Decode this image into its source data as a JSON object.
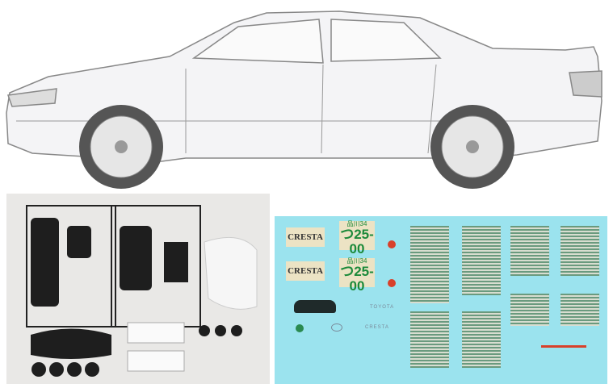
{
  "decal_sheet": {
    "name_label": "CRESTA",
    "plate_top": "品川34",
    "plate_number": "つ25-00",
    "small_text_1": "TOYOTA",
    "small_text_2": "CRESTA",
    "colors": {
      "sheet": "#9be3ee",
      "label": "#ece3c4",
      "plate_text": "#1c8a3a",
      "stripe": "#6a9a7e",
      "red": "#d8402a"
    }
  }
}
